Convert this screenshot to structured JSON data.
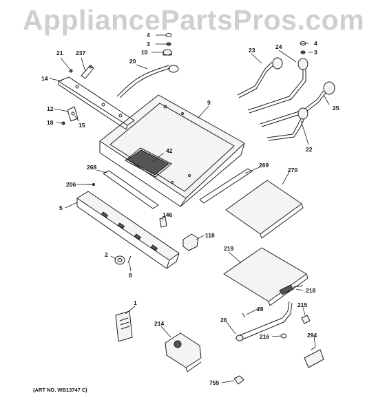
{
  "watermark": "AppliancePartsPros.com",
  "art_number": "(ART NO. WB13747 C)",
  "callouts": {
    "c1": "1",
    "c2": "2",
    "c3a": "3",
    "c3b": "3",
    "c4a": "4",
    "c4b": "4",
    "c5": "5",
    "c8": "8",
    "c9": "9",
    "c10": "10",
    "c12": "12",
    "c14": "14",
    "c15": "15",
    "c18": "18",
    "c20": "20",
    "c21": "21",
    "c22": "22",
    "c23": "23",
    "c24": "24",
    "c25": "25",
    "c26": "26",
    "c28": "28",
    "c42": "42",
    "c118": "118",
    "c146": "146",
    "c206": "206",
    "c214": "214",
    "c215": "215",
    "c216": "216",
    "c218": "218",
    "c219": "219",
    "c237": "237",
    "c268": "268",
    "c269": "269",
    "c270": "270",
    "c294": "294",
    "c755": "755"
  }
}
